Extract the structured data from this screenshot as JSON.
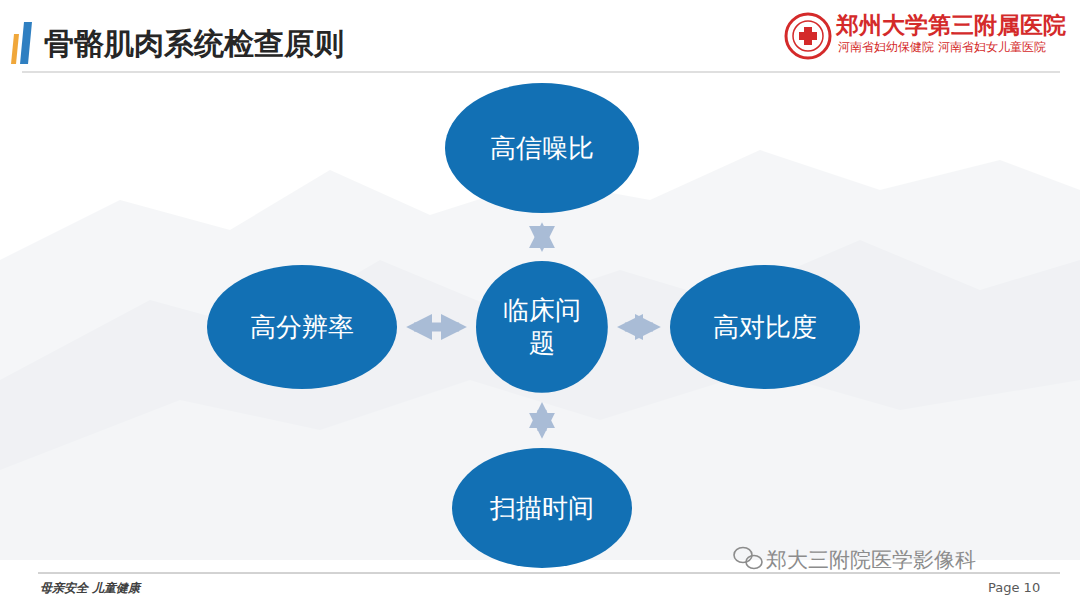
{
  "diagram": {
    "title": "骨骼肌肉系统检查原则",
    "nodes": [
      {
        "text": [
          "高信噪比"
        ]
      },
      {
        "text": [
          "高分辨率"
        ]
      },
      {
        "text": [
          "临床问题"
        ]
      },
      {
        "text": [
          "高对比度"
        ]
      },
      {
        "text": [
          "扫描时间"
        ]
      }
    ],
    "edges": [
      {
        "from": 2,
        "to": 0,
        "arrow": "both"
      },
      {
        "from": 2,
        "to": 1,
        "arrow": "both"
      },
      {
        "from": 2,
        "to": 3,
        "arrow": "both"
      },
      {
        "from": 2,
        "to": 4,
        "arrow": "both"
      }
    ],
    "labels": [
      "郑州大学第三附属医院",
      "河南省妇幼保健院 河南省妇女儿童医院",
      "母亲安全 儿童健康",
      "郑大三附院医学影像科",
      "Page 10"
    ]
  }
}
